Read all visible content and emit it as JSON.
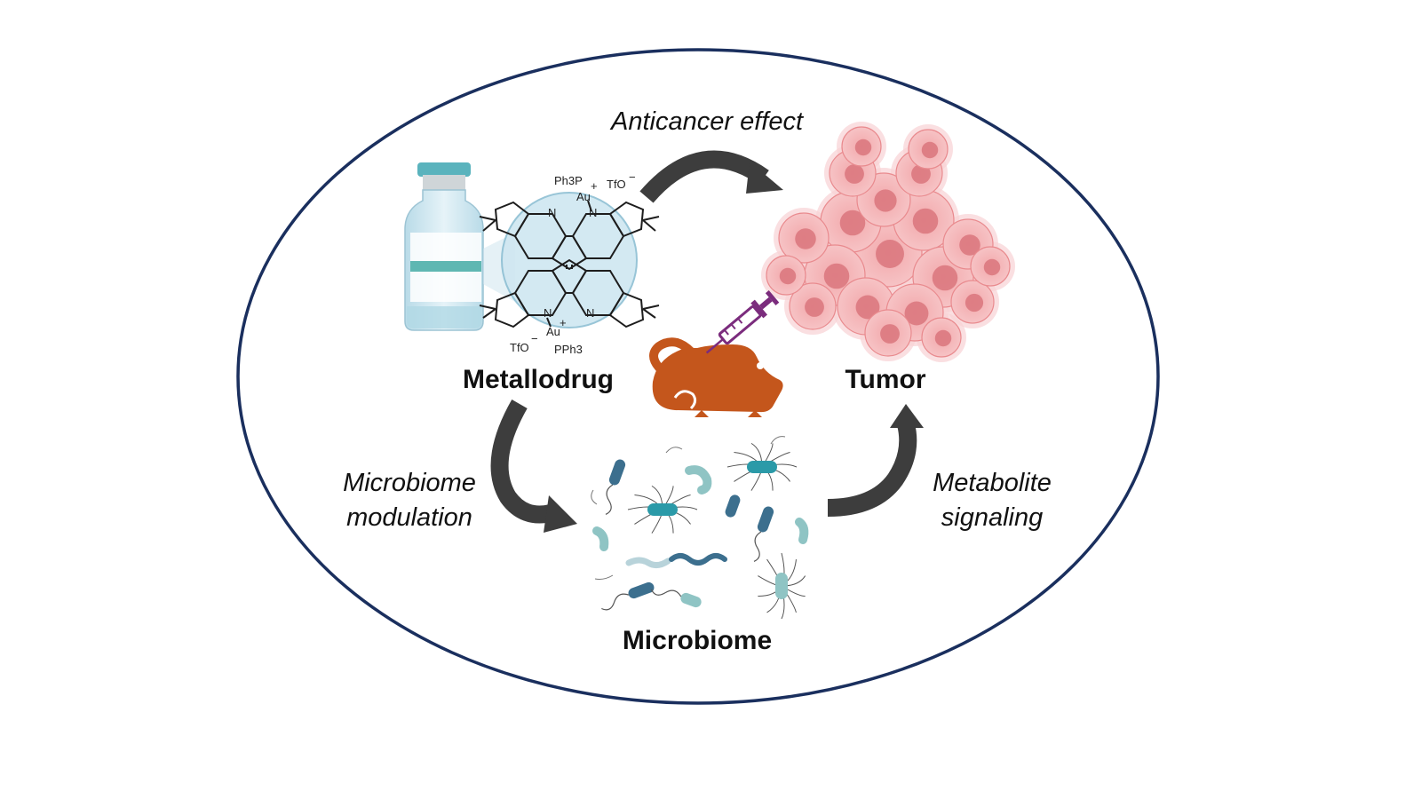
{
  "nodes": {
    "metallodrug": "Metallodrug",
    "tumor": "Tumor",
    "microbiome": "Microbiome"
  },
  "edges": {
    "anticancer": "Anticancer effect",
    "modulation_line1": "Microbiome",
    "modulation_line2": "modulation",
    "signaling_line1": "Metabolite",
    "signaling_line2": "signaling"
  },
  "molecule": {
    "top_ligand": "Ph3P",
    "top_metal": "Au",
    "top_counterion": "TfO",
    "bottom_ligand": "PPh3",
    "bottom_metal": "Au",
    "bottom_counterion": "TfO",
    "nitrogen": "N"
  },
  "icons": [
    "vial-icon",
    "molecule-icon",
    "tumor-cells-icon",
    "mouse-icon",
    "syringe-icon",
    "bacteria-icon",
    "arrow-icon"
  ],
  "colors": {
    "ellipse": "#1a2f5e",
    "arrow": "#3d3d3d",
    "tumor": "#e98a8e",
    "mouse": "#c4561c",
    "syringe": "#7b2c7d",
    "bacteria_dark": "#3c6f8e",
    "bacteria_teal": "#2b9aa8",
    "bacteria_light": "#8fc4c4",
    "vial_cap": "#5ab3bd"
  }
}
